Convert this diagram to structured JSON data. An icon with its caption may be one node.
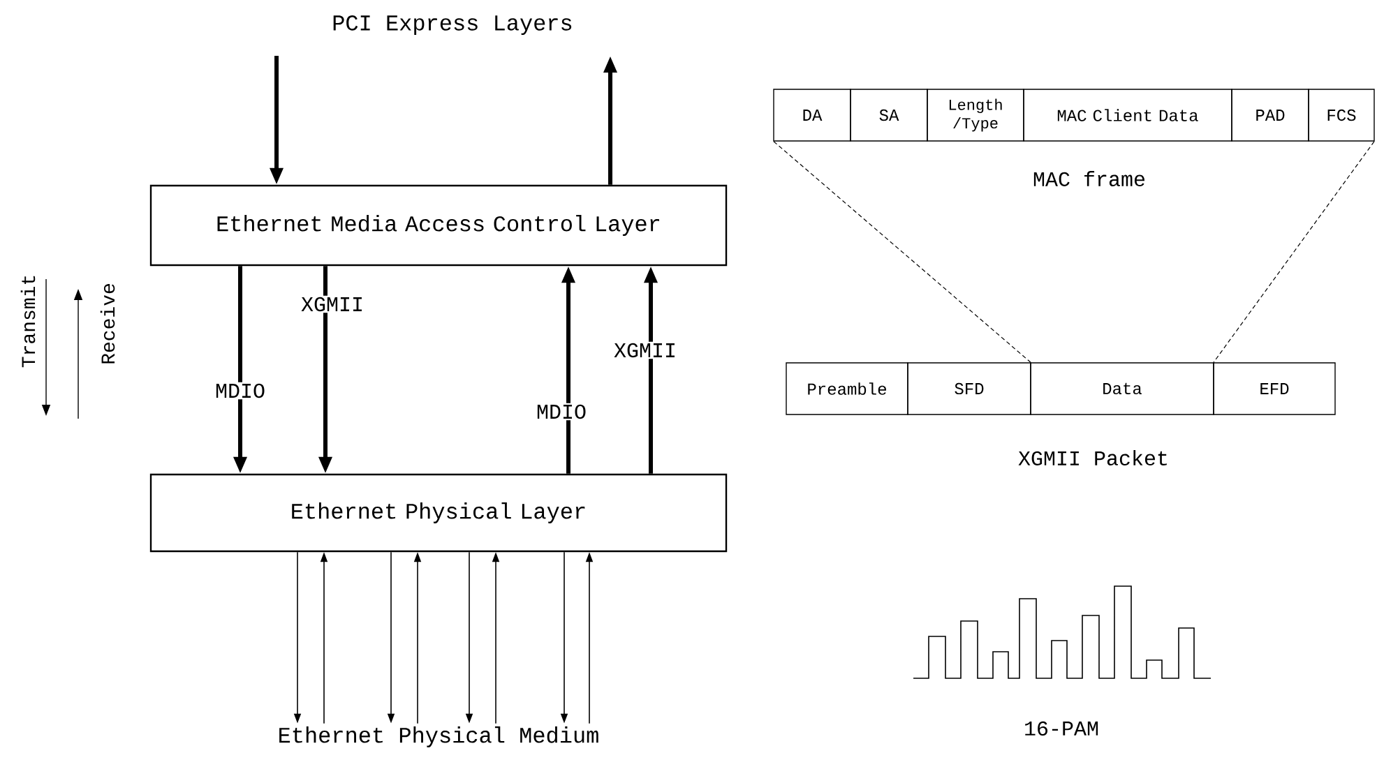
{
  "diagram": {
    "nodes": [
      {
        "text": [
          "Ethernet Media Access Control Layer"
        ]
      },
      {
        "text": [
          "Ethernet Physical Layer"
        ]
      },
      {
        "text": [
          "Ethernet Physical Medium"
        ]
      },
      {
        "text": [
          "DA"
        ]
      },
      {
        "text": [
          "SA"
        ]
      },
      {
        "text": [
          "Length /Type"
        ]
      },
      {
        "text": [
          "MAC Client Data"
        ]
      },
      {
        "text": [
          "PAD"
        ]
      },
      {
        "text": [
          "FCS"
        ]
      },
      {
        "text": [
          "Preamble"
        ]
      },
      {
        "text": [
          "SFD"
        ]
      },
      {
        "text": [
          "Data"
        ]
      },
      {
        "text": [
          "EFD"
        ]
      }
    ],
    "edges": [
      {
        "from": null,
        "to": 0,
        "arrow": "to",
        "style": "thick"
      },
      {
        "from": 0,
        "to": null,
        "arrow": "to",
        "style": "thick"
      },
      {
        "from": 0,
        "to": 1,
        "arrow": "to",
        "style": "thick",
        "label": "MDIO"
      },
      {
        "from": 0,
        "to": 1,
        "arrow": "to",
        "style": "thick",
        "label": "XGMII"
      },
      {
        "from": 1,
        "to": 0,
        "arrow": "to",
        "style": "thick",
        "label": "MDIO"
      },
      {
        "from": 1,
        "to": 0,
        "arrow": "to",
        "style": "thick",
        "label": "XGMII"
      },
      {
        "from": 1,
        "to": 2,
        "arrow": "to"
      },
      {
        "from": 2,
        "to": 1,
        "arrow": "to"
      },
      {
        "from": 1,
        "to": 2,
        "arrow": "to"
      },
      {
        "from": 2,
        "to": 1,
        "arrow": "to"
      },
      {
        "from": 1,
        "to": 2,
        "arrow": "to"
      },
      {
        "from": 2,
        "to": 1,
        "arrow": "to"
      },
      {
        "from": 1,
        "to": 2,
        "arrow": "to"
      },
      {
        "from": 2,
        "to": 1,
        "arrow": "to"
      },
      {
        "from": 3,
        "to": 11,
        "arrow": "none",
        "style": "dashed"
      },
      {
        "from": 8,
        "to": 11,
        "arrow": "none",
        "style": "dashed"
      }
    ],
    "labels": [
      "PCI Express Layers",
      "MAC frame",
      "Transmit",
      "Receive",
      "XGMII Packet",
      "16-PAM"
    ]
  }
}
